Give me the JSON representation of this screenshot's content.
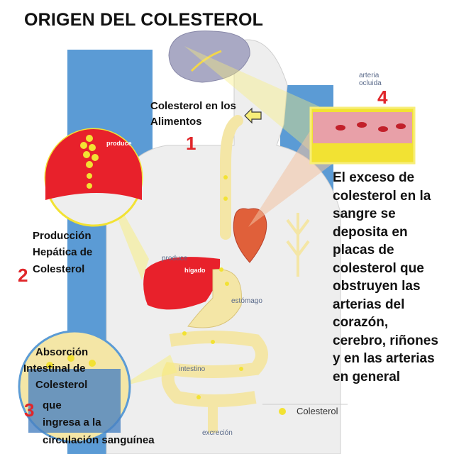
{
  "title": "ORIGEN DEL COLESTEROL",
  "steps": {
    "food": {
      "line1": "Colesterol en los",
      "line2": "Alimentos",
      "number": "1"
    },
    "liver": {
      "line1": "Producción",
      "line2": "Hepática de",
      "line3": "Colesterol",
      "number": "2"
    },
    "intestine": {
      "line1": "Absorción",
      "line2": "Intestinal de",
      "line3": "Colesterol",
      "line4": "que",
      "line5": "ingresa a la",
      "line6": "circulación sanguínea",
      "number": "3"
    },
    "artery": {
      "number": "4"
    }
  },
  "excess_text": [
    "El exceso de",
    "colesterol en la",
    "sangre se",
    "deposita en",
    "placas de",
    "colesterol que",
    "obstruyen las",
    "arterias del",
    "corazón,",
    "cerebro, riñones",
    "y en las arterias",
    "en general"
  ],
  "anatomy_labels": {
    "produce_top": "produce",
    "produce_mid": "produce",
    "liver": "hígado",
    "stomach": "estómago",
    "intestine": "intestino",
    "excretion": "excreción",
    "artery_line1": "arteria",
    "artery_line2": "ocluida"
  },
  "legend": {
    "label": "Colesterol"
  },
  "colors": {
    "body_blue": "#5b9bd5",
    "liver_red": "#e8212b",
    "cholesterol_yellow": "#f2e233",
    "number_red": "#e0262a"
  }
}
